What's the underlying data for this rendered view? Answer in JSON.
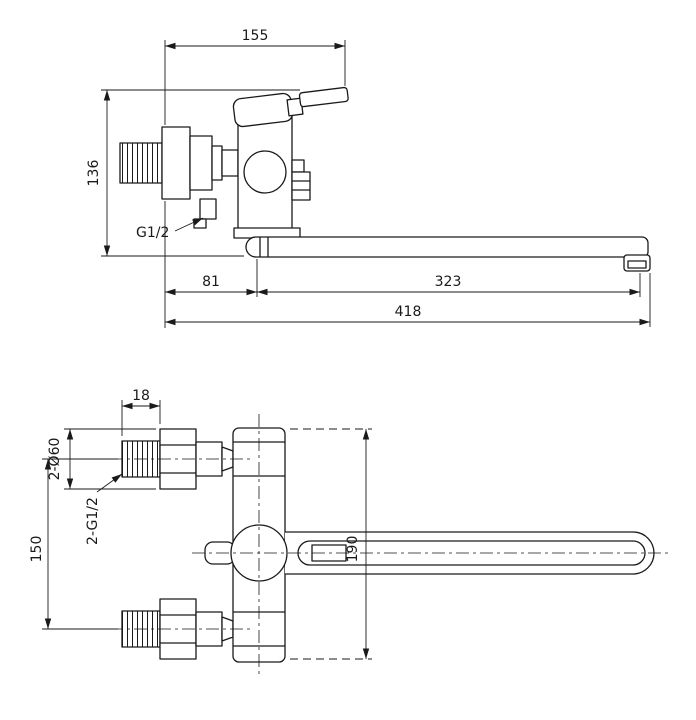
{
  "colors": {
    "background": "#ffffff",
    "line": "#1a1a1a"
  },
  "side_view": {
    "dim_top_width": "155",
    "dim_height": "136",
    "inlet_thread_label": "G1/2",
    "dim_offset": "81",
    "dim_spout": "323",
    "dim_total_length": "418"
  },
  "plan_view": {
    "dim_thread_length": "18",
    "flange_label": "2-Ø60",
    "thread_label": "2-G1/2",
    "dim_inlet_centers": "150",
    "dim_depth": "190"
  }
}
